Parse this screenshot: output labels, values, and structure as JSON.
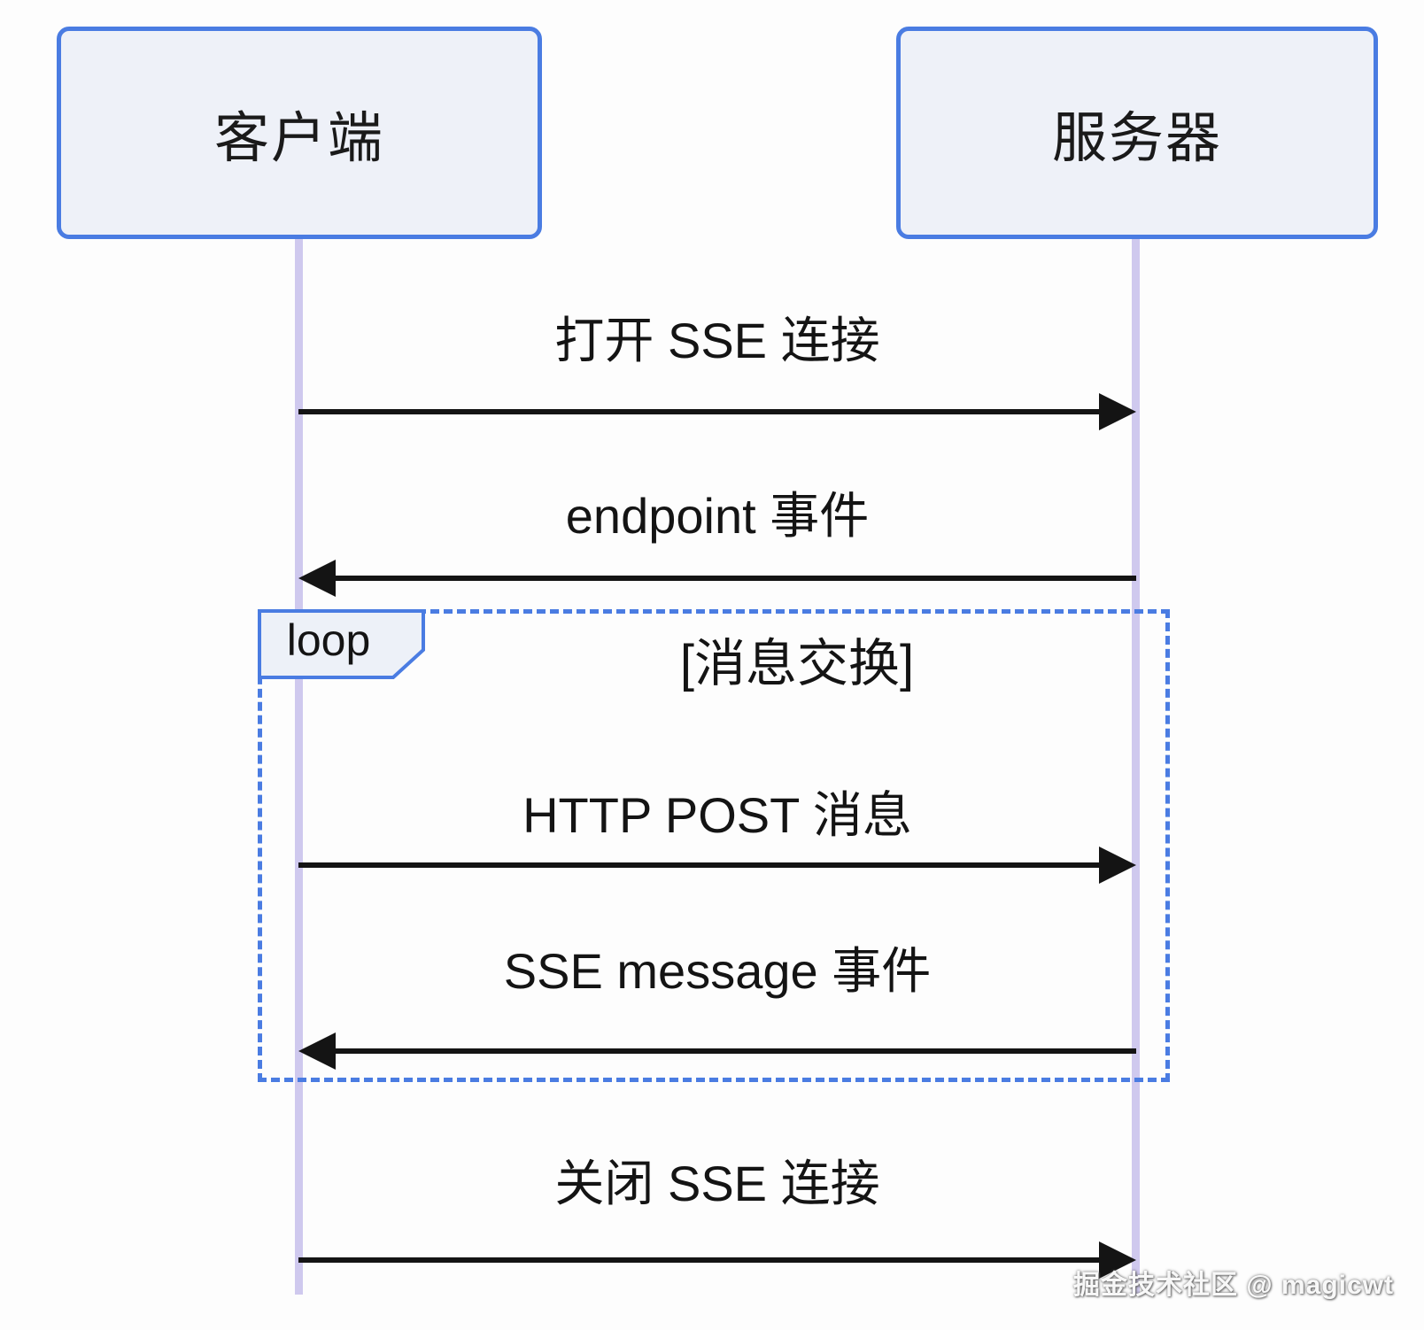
{
  "diagram": {
    "type": "sequence-diagram",
    "actors": [
      {
        "name": "客户端"
      },
      {
        "name": "服务器"
      }
    ],
    "messages": [
      {
        "label": "打开 SSE 连接",
        "direction": "right"
      },
      {
        "label": "endpoint 事件",
        "direction": "left"
      },
      {
        "label": "HTTP POST 消息",
        "direction": "right"
      },
      {
        "label": "SSE message 事件",
        "direction": "left"
      },
      {
        "label": "关闭 SSE 连接",
        "direction": "right"
      }
    ],
    "loop": {
      "keyword": "loop",
      "condition": "[消息交换]"
    },
    "watermark": "掘金技术社区 @ magicwt",
    "colors": {
      "actor_border": "#4a7ce2",
      "actor_fill": "#eef1f8",
      "lifeline": "#cfc9ee",
      "loop_border": "#4a7ce2",
      "arrow": "#141414",
      "background": "#fdfdfd"
    }
  }
}
